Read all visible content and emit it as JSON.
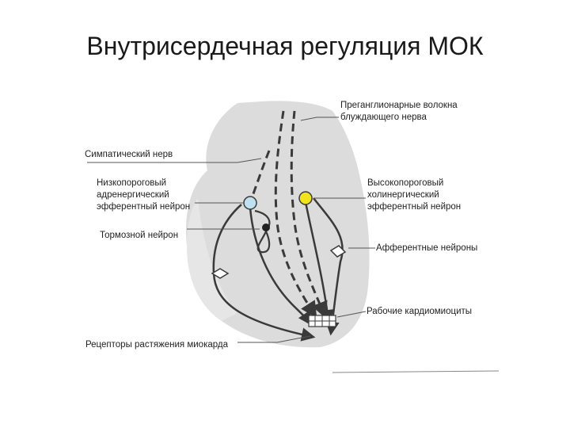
{
  "title": "Внутрисердечная регуляция МОК",
  "labels": {
    "preganglionic": [
      "Преганглионарные волокна",
      "блуждающего нерва"
    ],
    "sympathetic": "Симпатический нерв",
    "low_threshold": [
      "Низкопороговый",
      "адренергический",
      "эфферентный нейрон"
    ],
    "inhibitory": "Тормозной нейрон",
    "high_threshold": [
      "Высокопороговый",
      "холинергический",
      "эфферентный нейрон"
    ],
    "afferent": "Афферентные нейроны",
    "cardiomyocytes": "Рабочие кардиомиоциты",
    "stretch_receptors": "Рецепторы растяжения миокарда"
  },
  "colors": {
    "heart_fill": "#dcdcdc",
    "line": "#3a3a3a",
    "neuron_low": "#bfe0ee",
    "neuron_high": "#f2e41c"
  }
}
